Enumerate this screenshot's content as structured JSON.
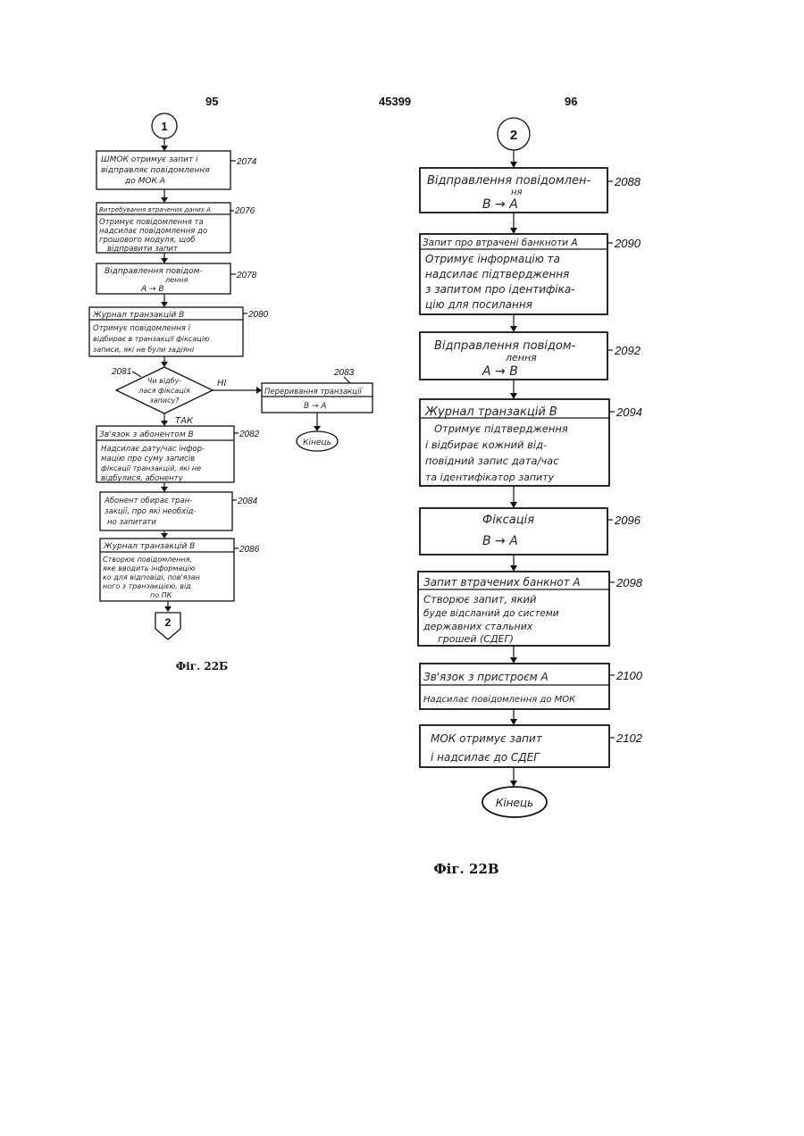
{
  "header": {
    "page_left": "95",
    "patent_number": "45399",
    "page_right": "96"
  },
  "left_flowchart": {
    "start_connector": "1",
    "end_connector": "2",
    "caption": "Фіг. 22Б",
    "steps": [
      {
        "ref": "2074",
        "lines": [
          "ШМОК отримує запит і",
          "відправляє повідомлення",
          "до МОК А"
        ]
      },
      {
        "ref": "2076",
        "title": "Витребування втрачених даних А",
        "lines": [
          "Отримує повідомлення та",
          "надсилає повідомлення до",
          "грошового модуля, щоб",
          "відправити запит"
        ]
      },
      {
        "ref": "2078",
        "lines": [
          "Відправлення повідом-",
          "лення",
          "А → В"
        ]
      },
      {
        "ref": "2080",
        "title": "Журнал транзакцій В",
        "lines": [
          "Отримує повідомлення і",
          "відбирає в транзакції фіксацію",
          "записи, які не були задіяні"
        ]
      },
      {
        "ref": "2081",
        "decision": [
          "Чи відбу-",
          "лася фіксація",
          "запису?"
        ],
        "yes_label": "ТАК",
        "no_label": "НІ"
      },
      {
        "ref": "2083",
        "title": "Переривання транзакції",
        "lines": [
          "В → А"
        ],
        "end_label": "Кінець"
      },
      {
        "ref": "2082",
        "title": "Зв'язок з абонентом В",
        "lines": [
          "Надсилає дату/час інфор-",
          "мацію про суму записів",
          "фіксації транзакцій, які не",
          "відбулися, абоненту"
        ]
      },
      {
        "ref": "2084",
        "lines": [
          "Абонент обирає тран-",
          "закції, про які необхід-",
          "но запитати"
        ]
      },
      {
        "ref": "2086",
        "title": "Журнал транзакцій В",
        "lines": [
          "Створює повідомлення,",
          "яке вводить інформацію",
          "ко для відповіді, пов'язан",
          "ного з транзакцією, від",
          "по ПК"
        ]
      }
    ]
  },
  "right_flowchart": {
    "start_connector": "2",
    "caption": "Фіг. 22В",
    "steps": [
      {
        "ref": "2088",
        "lines": [
          "Відправлення повідомлен-",
          "ня",
          "В → А"
        ]
      },
      {
        "ref": "2090",
        "title": "Запит про втрачені банкноти А",
        "lines": [
          "Отримує інформацію та",
          "надсилає підтвердження",
          "з запитом про ідентифіка-",
          "цію для посилання"
        ]
      },
      {
        "ref": "2092",
        "lines": [
          "Відправлення повідом-",
          "лення",
          "А → В"
        ]
      },
      {
        "ref": "2094",
        "title": "Журнал транзакцій В",
        "lines": [
          "Отримує підтвердження",
          "і відбирає кожний від-",
          "повідний запис дата/час",
          "та ідентифікатор запиту"
        ]
      },
      {
        "ref": "2096",
        "lines": [
          "Фіксація",
          "В → А"
        ]
      },
      {
        "ref": "2098",
        "title": "Запит втрачених банкнот А",
        "lines": [
          "Створює запит, який",
          "буде відсланий до системи",
          "державних стальних",
          "грошей (СДЕГ)"
        ]
      },
      {
        "ref": "2100",
        "title": "Зв'язок з пристроєм А",
        "lines": [
          "Надсилає повідомлення до МОК"
        ]
      },
      {
        "ref": "2102",
        "lines": [
          "МОК отримує запит",
          "і надсилає до СДЕГ"
        ]
      }
    ],
    "end_label": "Кінець"
  }
}
